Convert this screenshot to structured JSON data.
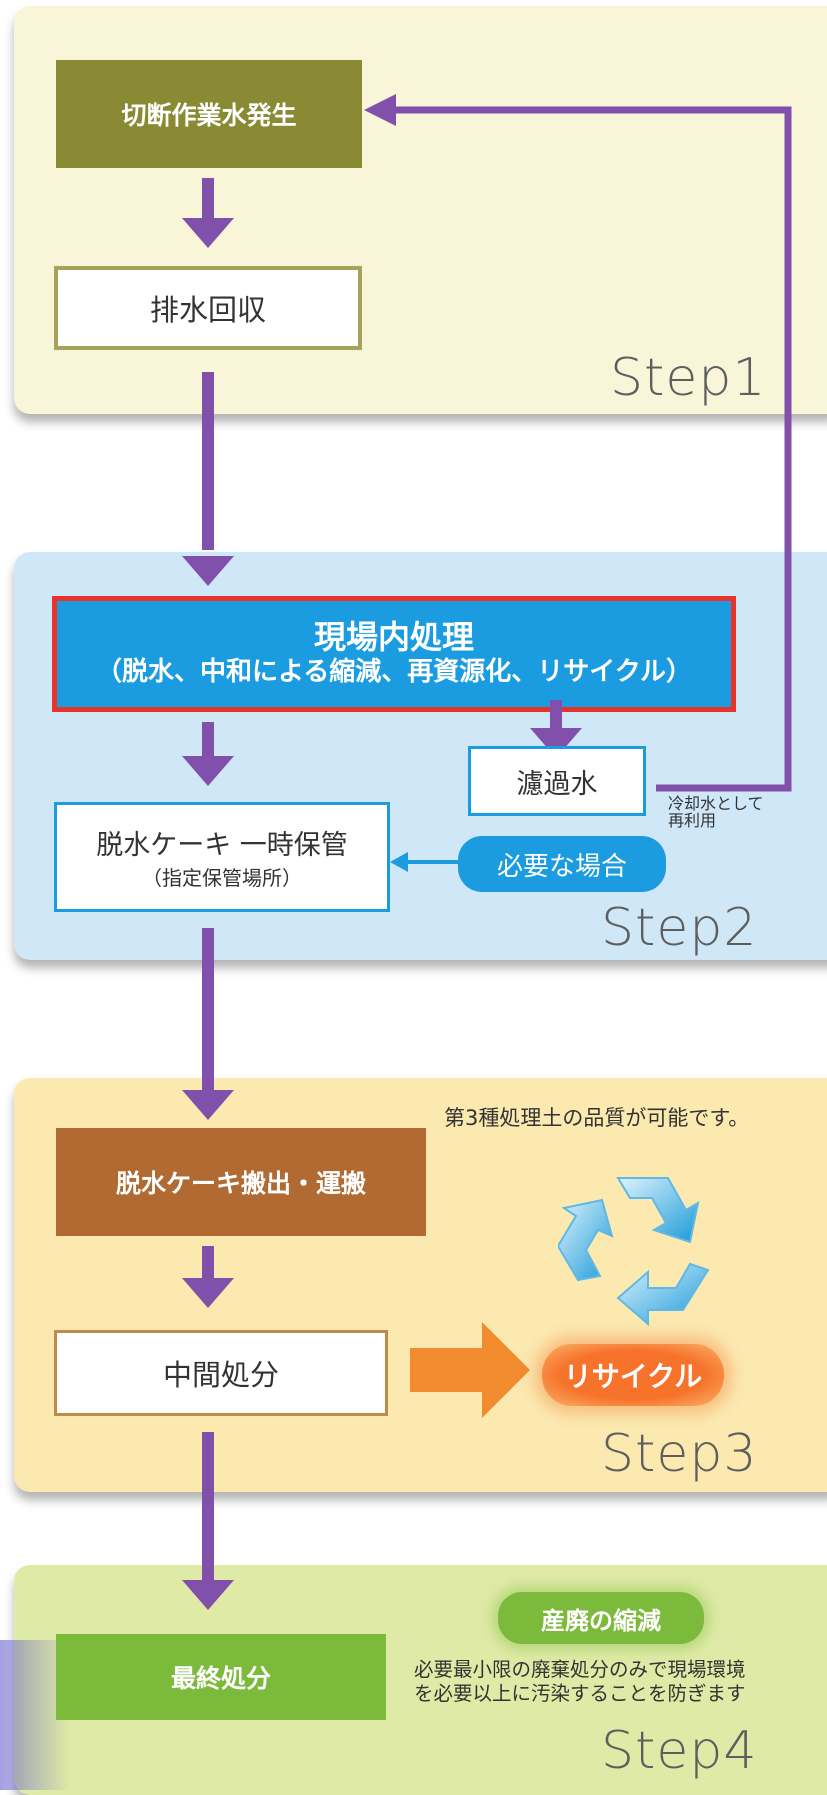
{
  "steps": {
    "step1": "Step1",
    "step2": "Step2",
    "step3": "Step3",
    "step4": "Step4"
  },
  "step1": {
    "cutting_water": "切断作業水発生",
    "drainage_collection": "排水回収"
  },
  "step2": {
    "onsite_title": "現場内処理",
    "onsite_subtitle": "（脱水、中和による縮減、再資源化、リサイクル）",
    "filtered_water": "濾過水",
    "reuse_note_line1": "冷却水として",
    "reuse_note_line2": "再利用",
    "cake_storage": "脱水ケーキ 一時保管",
    "cake_storage_sub": "（指定保管場所）",
    "if_needed": "必要な場合"
  },
  "step3": {
    "quality_note": "第3種処理土の品質が可能です。",
    "cake_transport": "脱水ケーキ搬出・運搬",
    "intermediate": "中間処分",
    "recycle": "リサイクル"
  },
  "step4": {
    "reduction": "産廃の縮減",
    "final_disposal": "最終処分",
    "desc_line1": "必要最小限の廃棄処分のみで現場環境",
    "desc_line2": "を必要以上に汚染することを防ぎます"
  },
  "colors": {
    "arrow_purple": "#8050aa",
    "olive": "#8a8a34",
    "brown": "#b06a32",
    "green": "#7cba3c",
    "blue": "#1b9ce0",
    "red_border": "#e8332a",
    "orange": "#f28a2e"
  },
  "icons": {
    "recycle": "recycle-icon"
  }
}
